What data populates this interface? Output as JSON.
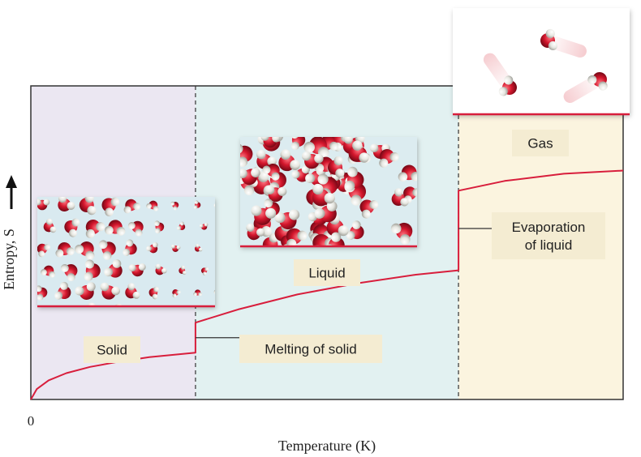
{
  "chart_data": {
    "type": "line",
    "title": "",
    "xlabel": "Temperature (K)",
    "ylabel": "Entropy, S",
    "x_tick_labels": [
      "0"
    ],
    "xlim": [
      0,
      100
    ],
    "ylim": [
      0,
      100
    ],
    "regions": [
      {
        "label": "Solid",
        "x_start": 0,
        "x_end": 27.8,
        "color": "#ebe7f2"
      },
      {
        "label": "Liquid",
        "x_start": 27.8,
        "x_end": 72.2,
        "color": "#e2f1f1"
      },
      {
        "label": "Gas",
        "x_start": 72.2,
        "x_end": 100,
        "color": "#fbf4df"
      }
    ],
    "transitions": [
      {
        "label": "Melting of solid",
        "x": 27.8
      },
      {
        "label": "Evaporation of liquid",
        "label_lines": [
          "Evaporation",
          "of liquid"
        ],
        "x": 72.2
      }
    ],
    "series": [
      {
        "x": [
          0,
          1,
          3,
          6,
          10,
          15,
          20,
          27.8,
          27.8,
          35,
          45,
          55,
          65,
          72.2,
          72.2,
          80,
          90,
          100
        ],
        "y": [
          0,
          3.3,
          6.1,
          8.4,
          10.4,
          12.1,
          13.5,
          14.9,
          24.5,
          28.7,
          33.5,
          37.0,
          39.8,
          41.2,
          66.6,
          69.7,
          72.0,
          73.0
        ]
      }
    ],
    "colors": {
      "curve": "#d81e3c",
      "axis": "#333333",
      "label_box": "#f4ecd2"
    },
    "grid": false,
    "legend": "none"
  }
}
